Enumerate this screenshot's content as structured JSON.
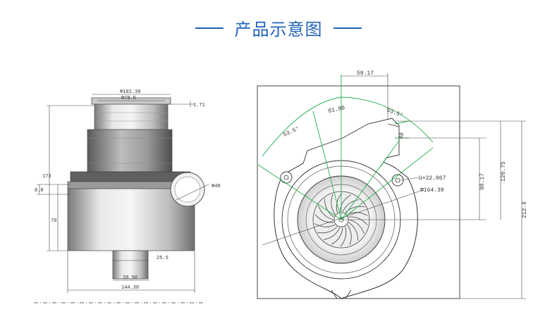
{
  "header": {
    "title": "产品示意图"
  },
  "side_view": {
    "dims": {
      "d_top1": "Φ102.30",
      "d_top2": "Φ78.5",
      "d_small": "1.71",
      "h_total": "173",
      "h_left": "8.8",
      "h_body": "70",
      "outlet_d": "Φ48",
      "w_bottom1": "25.5",
      "w_bottom2": "39.50",
      "w_total": "144.38"
    }
  },
  "top_view": {
    "dims": {
      "w_top": "59.17",
      "w_mid": "81.80",
      "ang_left": "53.5°",
      "ang_right": "53.5°",
      "small_48": "48",
      "u_dim": "U+22.067",
      "d_164": "Φ164.39",
      "v_98": "98.17",
      "v_120": "120.75",
      "v_212": "212.6"
    }
  },
  "colors": {
    "title": "#1f63b8",
    "line": "#3a3a3a",
    "accent": "#22b14c",
    "body_light": "#e6e6e6",
    "body_dark": "#8c8c8c"
  }
}
